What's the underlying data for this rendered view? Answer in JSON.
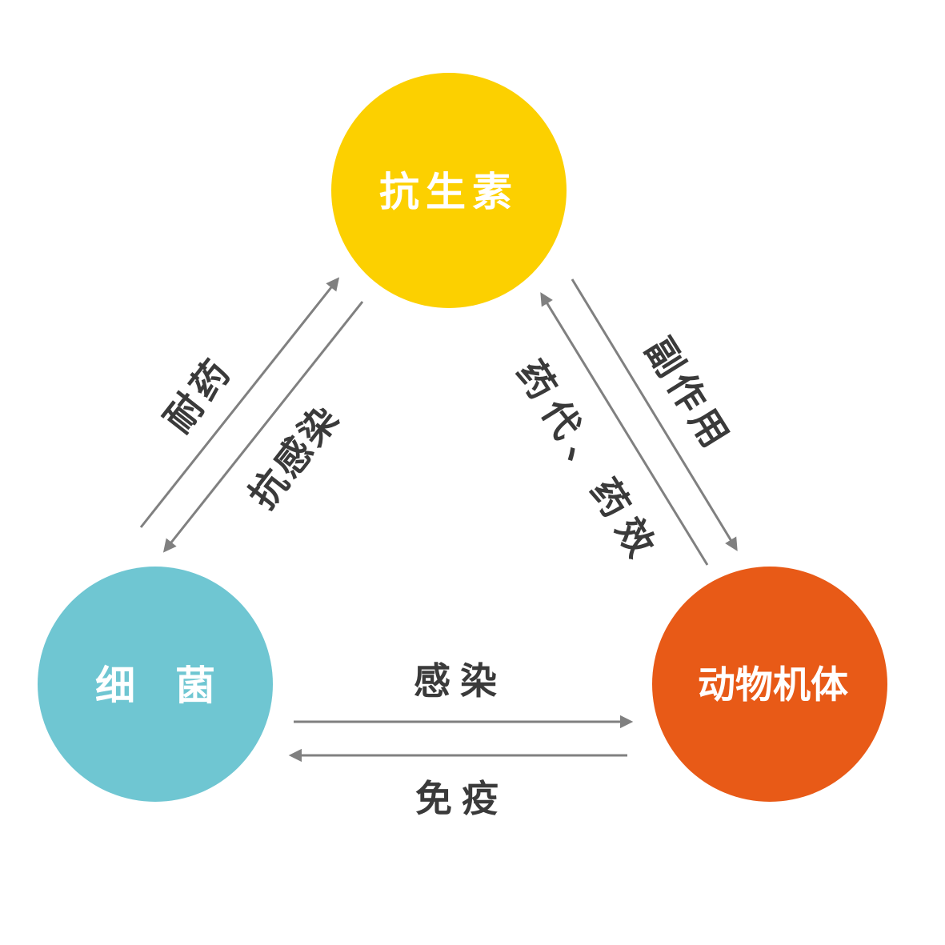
{
  "nodes": {
    "antibiotic": {
      "label": "抗生素",
      "color": "#FCD000"
    },
    "bacteria": {
      "label": "细　菌",
      "color": "#6FC6D2"
    },
    "animal": {
      "label": "动物机体",
      "color": "#E85A17"
    }
  },
  "edges": {
    "resistance": "耐药",
    "anti_infection": "抗感染",
    "side_effect": "副作用",
    "pharmacokinetics": "药代、药效",
    "infection": "感染",
    "immunity": "免疫"
  },
  "colors": {
    "arrow": "#808080",
    "edge_text": "#3a3a3a",
    "node_text": "#ffffff"
  }
}
